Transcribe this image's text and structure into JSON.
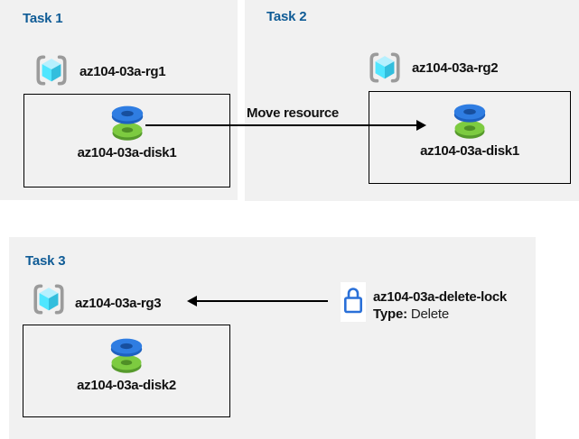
{
  "diagram": {
    "task1": {
      "title": "Task 1",
      "resource_group": "az104-03a-rg1",
      "disk": "az104-03a-disk1"
    },
    "task2": {
      "title": "Task 2",
      "resource_group": "az104-03a-rg2",
      "disk": "az104-03a-disk1"
    },
    "task3": {
      "title": "Task 3",
      "resource_group": "az104-03a-rg3",
      "disk": "az104-03a-disk2"
    },
    "move_arrow_label": "Move resource",
    "lock": {
      "name": "az104-03a-delete-lock",
      "type_label": "Type:",
      "type_value": "Delete"
    },
    "colors": {
      "panel_bg": "#f1f1f1",
      "title_blue": "#105c96",
      "lock_blue": "#2a70d8",
      "disk_blue": "#2f7de2",
      "disk_green": "#7dcb40",
      "cube_top": "#b6f0fe",
      "cube_left": "#50e6ff",
      "cube_right": "#32bedd",
      "bracket_gray": "#9b9b9b"
    }
  }
}
